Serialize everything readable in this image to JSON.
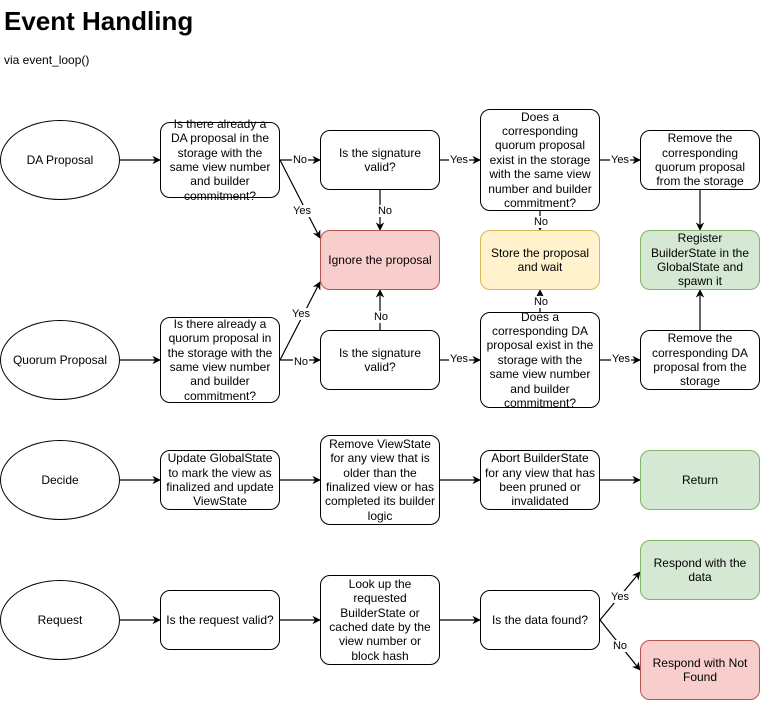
{
  "title": "Event Handling",
  "subtitle": "via event_loop()",
  "nodes": {
    "da_proposal": "DA Proposal",
    "da_check_existing": "Is there already a DA proposal in the storage with the same view number and builder commitment?",
    "da_sig_valid": "Is the signature valid?",
    "da_quorum_exists": "Does a corresponding quorum proposal exist in the storage with the same view number and builder commitment?",
    "da_remove_quorum": "Remove the corresponding quorum proposal from the storage",
    "ignore": "Ignore the proposal",
    "store_wait": "Store the proposal and wait",
    "register": "Register BuilderState in the GlobalState and spawn it",
    "quorum_proposal": "Quorum Proposal",
    "q_check_existing": "Is there already a quorum proposal in the storage with the same view number and builder commitment?",
    "q_sig_valid": "Is the signature valid?",
    "q_da_exists": "Does a corresponding DA proposal exist in the storage with the same view number and builder commitment?",
    "q_remove_da": "Remove the corresponding DA proposal from the storage",
    "decide": "Decide",
    "update_global": "Update GlobalState to mark the view as finalized and update ViewState",
    "remove_viewstate": "Remove ViewState for any view that is older than the finalized view or has completed its builder logic",
    "abort_builder": "Abort BuilderState for any view that has been pruned or invalidated",
    "return": "Return",
    "request": "Request",
    "req_valid": "Is the request valid?",
    "lookup": "Look up the requested BuilderState or cached date by the view number or block hash",
    "data_found": "Is the data found?",
    "respond_data": "Respond with the data",
    "respond_not_found": "Respond with Not Found"
  },
  "edge_labels": {
    "no": "No",
    "yes": "Yes"
  },
  "colors": {
    "red_fill": "#f8cecc",
    "red_stroke": "#b85450",
    "yellow_fill": "#fff2cc",
    "yellow_stroke": "#d6b656",
    "green_fill": "#d5e8d4",
    "green_stroke": "#82b366"
  }
}
